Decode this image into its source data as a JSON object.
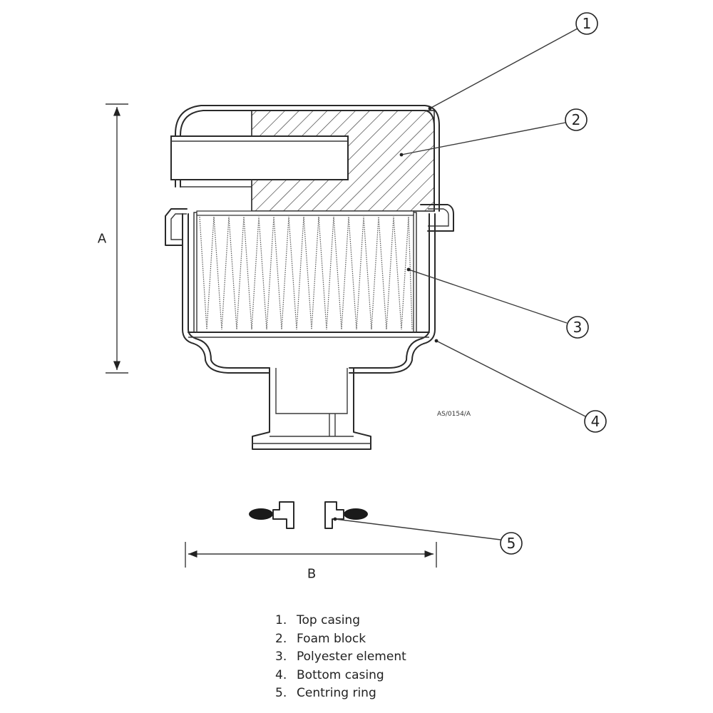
{
  "dimensions": {
    "height_label": "A",
    "width_label": "B"
  },
  "reference_code": "AS/0154/A",
  "callouts": [
    "1",
    "2",
    "3",
    "4",
    "5"
  ],
  "legend": [
    {
      "num": "1.",
      "text": "Top casing"
    },
    {
      "num": "2.",
      "text": "Foam block"
    },
    {
      "num": "3.",
      "text": "Polyester element"
    },
    {
      "num": "4.",
      "text": "Bottom casing"
    },
    {
      "num": "5.",
      "text": "Centring ring"
    }
  ]
}
